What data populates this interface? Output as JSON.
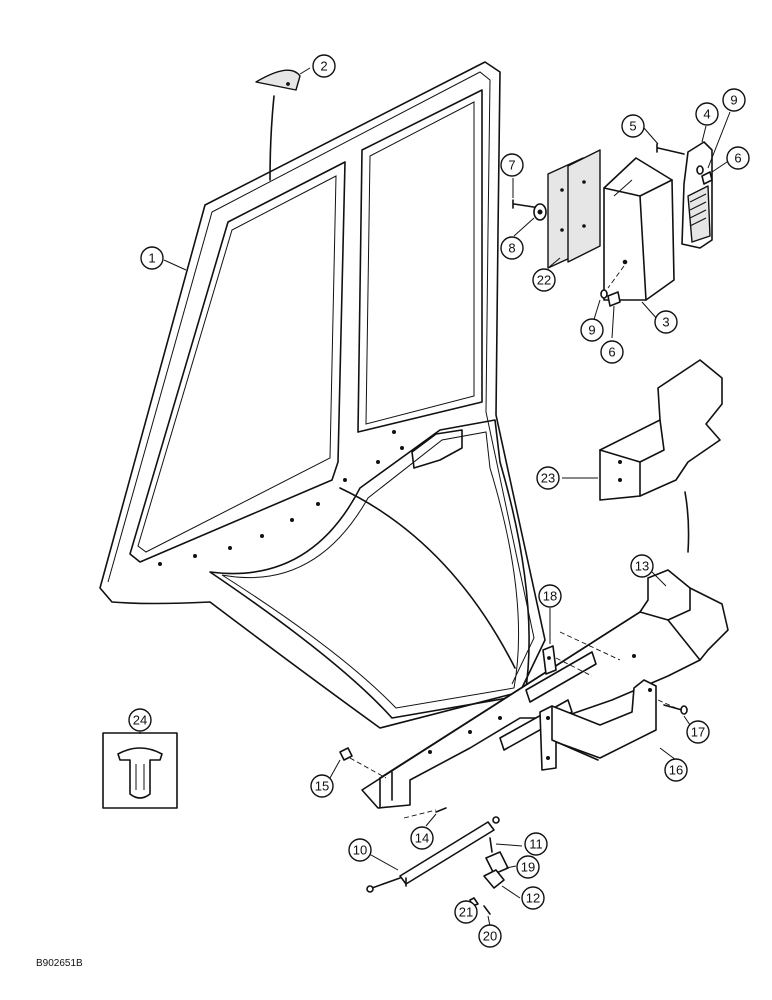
{
  "callouts": [
    {
      "label": "1"
    },
    {
      "label": "2"
    },
    {
      "label": "3"
    },
    {
      "label": "4"
    },
    {
      "label": "5"
    },
    {
      "label": "6"
    },
    {
      "label": "7"
    },
    {
      "label": "8"
    },
    {
      "label": "9"
    },
    {
      "label": "6"
    },
    {
      "label": "9"
    },
    {
      "label": "10"
    },
    {
      "label": "11"
    },
    {
      "label": "12"
    },
    {
      "label": "13"
    },
    {
      "label": "14"
    },
    {
      "label": "15"
    },
    {
      "label": "16"
    },
    {
      "label": "17"
    },
    {
      "label": "18"
    },
    {
      "label": "19"
    },
    {
      "label": "20"
    },
    {
      "label": "21"
    },
    {
      "label": "22"
    },
    {
      "label": "23"
    },
    {
      "label": "24"
    }
  ],
  "drawing_id": "B902651B"
}
